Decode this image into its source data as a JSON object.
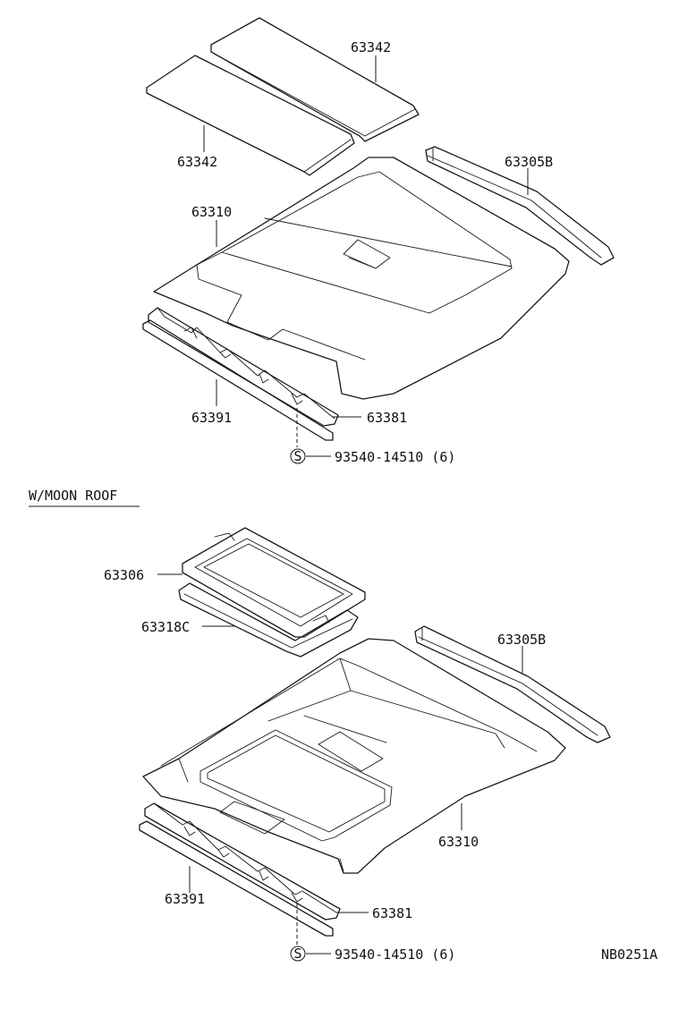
{
  "upper": {
    "labels": {
      "visor_a": "63342",
      "visor_b": "63342",
      "rail_right": "63305B",
      "headliner": "63310",
      "rail_front": "63391",
      "retainer": "63381",
      "screw": "93540-14510 (6)"
    },
    "screw_symbol": "S"
  },
  "moonroof": {
    "title": "W/MOON ROOF",
    "labels": {
      "sunshade": "63306",
      "seal": "63318C",
      "rail_right": "63305B",
      "headliner": "63310",
      "rail_front": "63391",
      "retainer": "63381",
      "screw": "93540-14510 (6)"
    },
    "screw_symbol": "S"
  },
  "diagram_code": "NB0251A"
}
